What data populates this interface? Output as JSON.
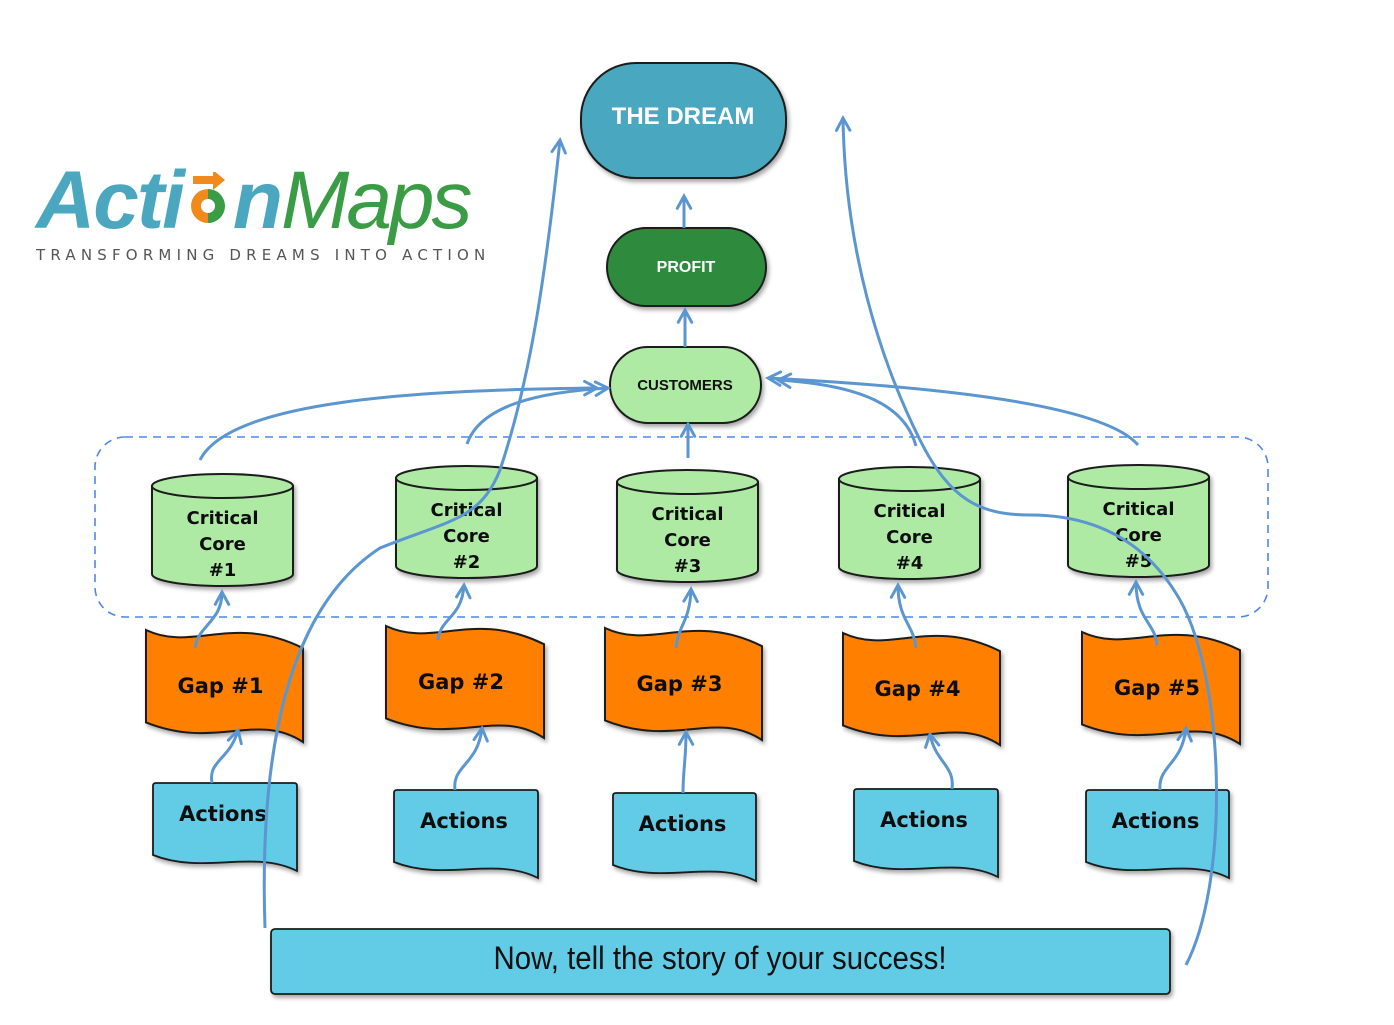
{
  "logo": {
    "word_part1": "Acti",
    "word_part2": "n",
    "word_part3": "Maps",
    "tagline": "TRANSFORMING DREAMS INTO ACTION",
    "colors": {
      "action": "#4aa7bf",
      "maps": "#3a9c45",
      "arrow": "#f08a1c"
    }
  },
  "top_nodes": {
    "dream": {
      "label": "THE DREAM",
      "color": "#4aa7bf"
    },
    "profit": {
      "label": "PROFIT",
      "color": "#2e8b3e"
    },
    "customers": {
      "label": "CUSTOMERS",
      "color": "#aeeaa4"
    }
  },
  "critical_cores": [
    {
      "line1": "Critical",
      "line2": "Core",
      "line3": "#1"
    },
    {
      "line1": "Critical",
      "line2": "Core",
      "line3": "#2"
    },
    {
      "line1": "Critical",
      "line2": "Core",
      "line3": "#3"
    },
    {
      "line1": "Critical",
      "line2": "Core",
      "line3": "#4"
    },
    {
      "line1": "Critical",
      "line2": "Core",
      "line3": "#5"
    }
  ],
  "gaps": [
    {
      "label": "Gap #1"
    },
    {
      "label": "Gap #2"
    },
    {
      "label": "Gap #3"
    },
    {
      "label": "Gap #4"
    },
    {
      "label": "Gap #5"
    }
  ],
  "actions": [
    {
      "label": "Actions"
    },
    {
      "label": "Actions"
    },
    {
      "label": "Actions"
    },
    {
      "label": "Actions"
    },
    {
      "label": "Actions"
    }
  ],
  "story_banner": {
    "label": "Now, tell the story of your success!"
  },
  "colors": {
    "core_fill": "#aeeaa4",
    "gap_fill": "#ff8000",
    "actions_fill": "#62cbe6",
    "banner_fill": "#62cbe6",
    "arrow": "#5b96d0",
    "dashed_group": "#4f86e6"
  }
}
